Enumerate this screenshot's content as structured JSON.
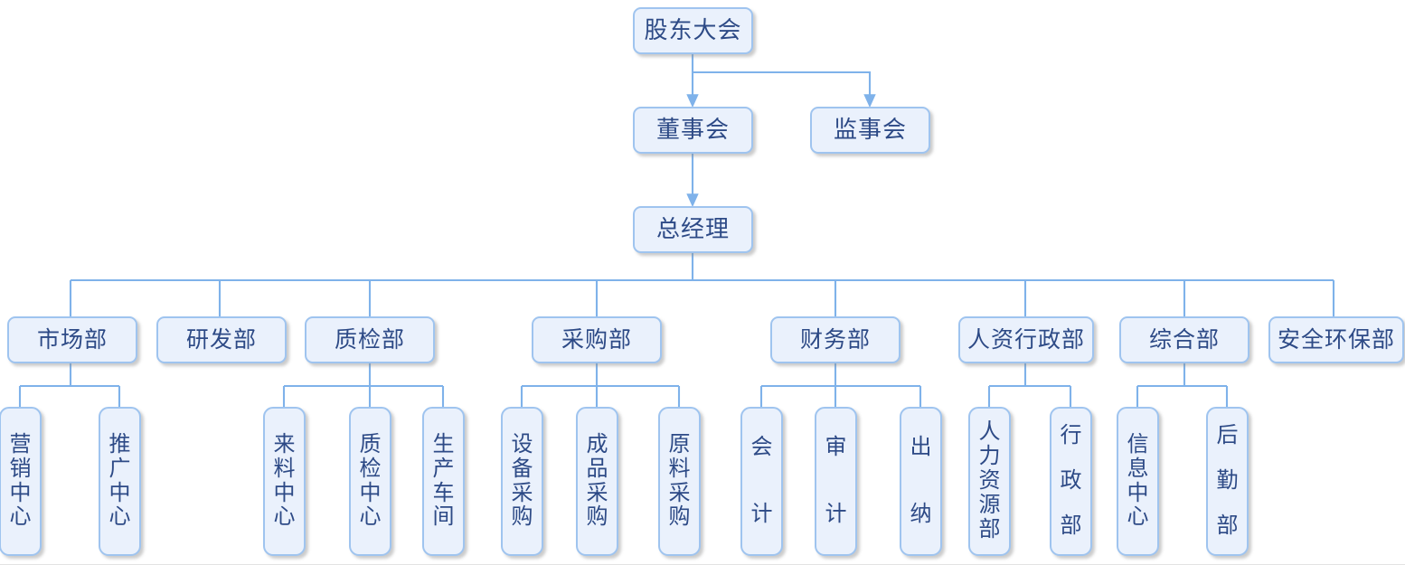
{
  "chart_title": "",
  "colors": {
    "node_fill": "#eaf1fc",
    "node_border": "#9fc4ef",
    "node_text": "#2d4a86",
    "connector": "#7fb2ea",
    "background": "#ffffff"
  },
  "nodes": {
    "shareholders": "股东大会",
    "board": "董事会",
    "supervisors": "监事会",
    "general_manager": "总经理"
  },
  "departments": [
    {
      "id": "marketing",
      "label": "市场部"
    },
    {
      "id": "rd",
      "label": "研发部"
    },
    {
      "id": "qc",
      "label": "质检部"
    },
    {
      "id": "purchase",
      "label": "采购部"
    },
    {
      "id": "finance",
      "label": "财务部"
    },
    {
      "id": "hr_admin",
      "label": "人资行政部"
    },
    {
      "id": "general",
      "label": "综合部"
    },
    {
      "id": "safety_env",
      "label": "安全环保部"
    }
  ],
  "sub_units": [
    {
      "id": "sales_center",
      "parent": "marketing",
      "label": "营销中心",
      "chars": [
        "营",
        "销",
        "中",
        "心"
      ]
    },
    {
      "id": "promotion_center",
      "parent": "marketing",
      "label": "推广中心",
      "chars": [
        "推",
        "广",
        "中",
        "心"
      ]
    },
    {
      "id": "incoming_center",
      "parent": "qc",
      "label": "来料中心",
      "chars": [
        "来",
        "料",
        "中",
        "心"
      ]
    },
    {
      "id": "qc_center",
      "parent": "qc",
      "label": "质检中心",
      "chars": [
        "质",
        "检",
        "中",
        "心"
      ]
    },
    {
      "id": "production_shop",
      "parent": "qc",
      "label": "生产车间",
      "chars": [
        "生",
        "产",
        "车",
        "间"
      ]
    },
    {
      "id": "equipment_buy",
      "parent": "purchase",
      "label": "设备采购",
      "chars": [
        "设",
        "备",
        "采",
        "购"
      ]
    },
    {
      "id": "finished_buy",
      "parent": "purchase",
      "label": "成品采购",
      "chars": [
        "成",
        "品",
        "采",
        "购"
      ]
    },
    {
      "id": "material_buy",
      "parent": "purchase",
      "label": "原料采购",
      "chars": [
        "原",
        "料",
        "采",
        "购"
      ]
    },
    {
      "id": "accounting",
      "parent": "finance",
      "label": "会计",
      "chars": [
        "会",
        "计"
      ]
    },
    {
      "id": "audit",
      "parent": "finance",
      "label": "审计",
      "chars": [
        "审",
        "计"
      ]
    },
    {
      "id": "cashier",
      "parent": "finance",
      "label": "出纳",
      "chars": [
        "出",
        "纳"
      ]
    },
    {
      "id": "hr_dept",
      "parent": "hr_admin",
      "label": "人力资源部",
      "chars": [
        "人",
        "力",
        "资",
        "源",
        "部"
      ]
    },
    {
      "id": "admin_dept",
      "parent": "hr_admin",
      "label": "行政部",
      "chars": [
        "行",
        "政",
        "部"
      ]
    },
    {
      "id": "info_center",
      "parent": "general",
      "label": "信息中心",
      "chars": [
        "信",
        "息",
        "中",
        "心"
      ]
    },
    {
      "id": "logistics_dept",
      "parent": "general",
      "label": "后勤部",
      "chars": [
        "后",
        "勤",
        "部"
      ]
    }
  ]
}
